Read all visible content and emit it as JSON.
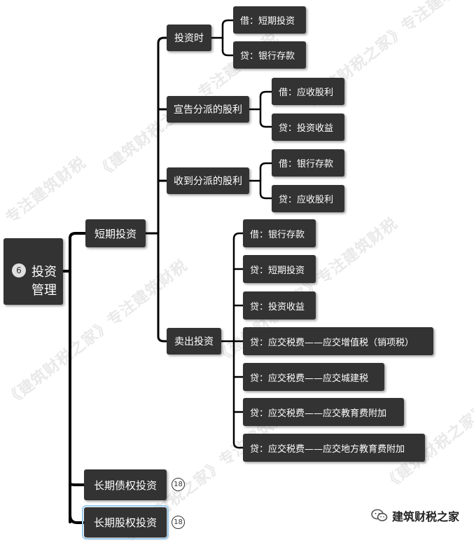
{
  "watermarks": [
    "《建筑财税之家》专注建筑财税",
    "《建筑财税之家》专注建筑财税",
    "《建筑财税之家》专注建筑财税",
    "《建筑财税之家》专注建筑财税",
    "《建筑财税之家》专注建筑财税",
    "《建筑财税之家》专注建筑财税",
    "专注建筑财税"
  ],
  "root": {
    "number": "6",
    "line1": "投资",
    "line2": "管理"
  },
  "level1": {
    "short": "短期投资",
    "bond": "长期债权投资",
    "equity": "长期股权投资",
    "bond_badge": "18",
    "equity_badge": "18"
  },
  "level2": {
    "invest_time": "投资时",
    "declare_dividend": "宣告分派的股利",
    "receive_dividend": "收到分派的股利",
    "sell": "卖出投资"
  },
  "entries": {
    "invest_time": [
      "借：短期投资",
      "贷：银行存款"
    ],
    "declare_dividend": [
      "借：应收股利",
      "贷：投资收益"
    ],
    "receive_dividend": [
      "借：银行存款",
      "贷：应收股利"
    ],
    "sell": [
      "借：银行存款",
      "贷：短期投资",
      "贷：投资收益",
      "贷：应交税费——应交增值税（销项税）",
      "贷：应交税费——应交城建税",
      "贷：应交税费——应交教育费附加",
      "贷：应交税费——应交地方教育费附加"
    ]
  },
  "brand": {
    "name": "建筑财税之家",
    "icon": "wechat-icon"
  }
}
